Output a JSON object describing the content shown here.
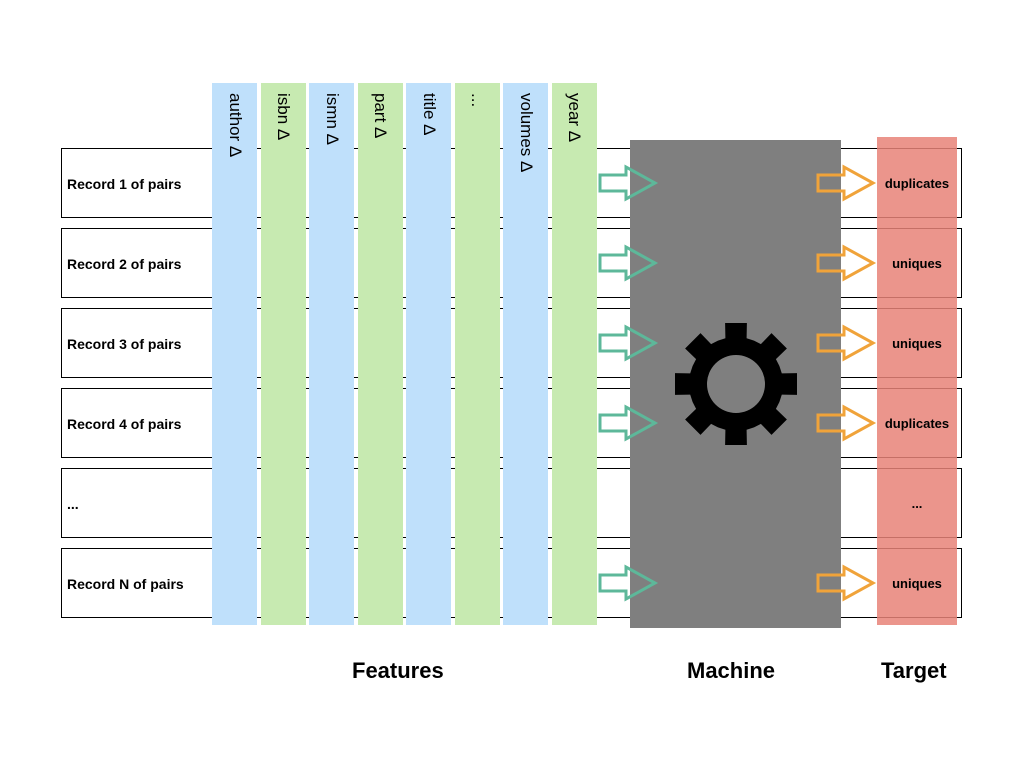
{
  "rows": [
    {
      "label": "Record 1 of pairs",
      "target": "duplicates",
      "has_arrows": true
    },
    {
      "label": "Record 2 of pairs",
      "target": "uniques",
      "has_arrows": true
    },
    {
      "label": "Record 3 of pairs",
      "target": "uniques",
      "has_arrows": true
    },
    {
      "label": "Record 4 of pairs",
      "target": "duplicates",
      "has_arrows": true
    },
    {
      "label": "...",
      "target": "...",
      "has_arrows": false
    },
    {
      "label": "Record N of pairs",
      "target": "uniques",
      "has_arrows": true
    }
  ],
  "features": [
    {
      "label": "author Δ",
      "color": "#bfe0fb"
    },
    {
      "label": "isbn Δ",
      "color": "#c7eab1"
    },
    {
      "label": "ismn Δ",
      "color": "#bfe0fb"
    },
    {
      "label": "part Δ",
      "color": "#c7eab1"
    },
    {
      "label": "title Δ",
      "color": "#bfe0fb"
    },
    {
      "label": "...",
      "color": "#c7eab1"
    },
    {
      "label": "volumes Δ",
      "color": "#bfe0fb"
    },
    {
      "label": "year Δ",
      "color": "#c7eab1"
    }
  ],
  "footer": {
    "features": "Features",
    "machine": "Machine",
    "target": "Target"
  },
  "colors": {
    "machine": "#7f7f7f",
    "target": "#e8827a",
    "input_arrow": "#5db89a",
    "output_arrow": "#f0a33a",
    "gear": "#000000"
  },
  "icons": {
    "machine": "gear-icon",
    "input": "arrow-right-outline-icon",
    "output": "arrow-right-outline-icon"
  }
}
